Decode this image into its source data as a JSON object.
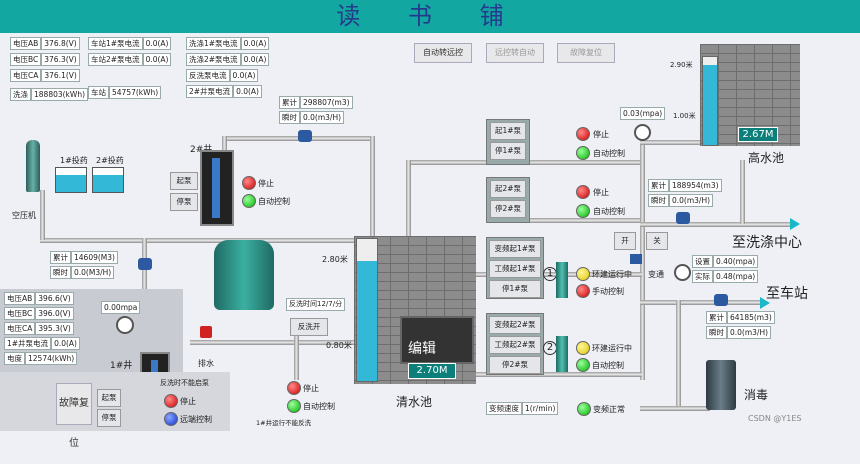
{
  "title": "读 书 铺",
  "top_buttons": {
    "auto_to_remote": "自动转远控",
    "remote_to_auto": "远控转自动",
    "fault_reset": "故障复位"
  },
  "power": {
    "rows": [
      [
        "电压AB",
        "376.8(V)"
      ],
      [
        "电压BC",
        "376.3(V)"
      ],
      [
        "电压CA",
        "376.1(V)"
      ],
      [
        "洗涤",
        "188803(kWh)"
      ]
    ],
    "pump_currents": [
      [
        "车站1#泵电流",
        "0.0(A)"
      ],
      [
        "车站2#泵电流",
        "0.0(A)"
      ],
      [
        "车站",
        "54757(kWh)"
      ]
    ],
    "wash_currents": [
      [
        "洗涤1#泵电流",
        "0.0(A)"
      ],
      [
        "洗涤2#泵电流",
        "0.0(A)"
      ],
      [
        "反洗泵电流",
        "0.0(A)"
      ],
      [
        "2#井泵电流",
        "0.0(A)"
      ]
    ]
  },
  "flow_top": {
    "total_label": "累计",
    "total": "298807(m3)",
    "inst_label": "瞬时",
    "inst": "0.0(m3/H)"
  },
  "well2": {
    "label": "2#井",
    "start": "起泵",
    "stop": "停泵",
    "status_stop": "停止",
    "status_auto": "自动控制"
  },
  "dosing": {
    "dose1": "1#投药",
    "dose2": "2#投药",
    "compressor": "空压机"
  },
  "flow_left": {
    "total_label": "累计",
    "total": "14609(M3)",
    "inst_label": "瞬时",
    "inst": "0.0(M3/H)"
  },
  "drain": "排水",
  "pressure_left": "0.00mpa",
  "well1": {
    "label": "1#井",
    "rows": [
      [
        "电压AB",
        "396.6(V)"
      ],
      [
        "电压BC",
        "396.0(V)"
      ],
      [
        "电压CA",
        "395.3(V)"
      ],
      [
        "1#井泵电流",
        "0.0(A)"
      ],
      [
        "电度",
        "12574(kWh)"
      ]
    ],
    "fault_reset": "故障复位",
    "start": "起泵",
    "stop": "停泵",
    "status_stop": "停止",
    "status_remote": "远端控制",
    "note": "反洗时不能启泵"
  },
  "clear_tank": {
    "level_high": "2.80米",
    "level_low": "0.80米",
    "display": "2.70M",
    "name": "清水池",
    "edit": "编辑",
    "backwash_time": "反洗时间12/7/分",
    "backwash_btn": "反洗开",
    "bw_stop": "停止",
    "bw_auto": "自动控制",
    "bw_note": "1#井运行不能反洗"
  },
  "lift_pumps": {
    "start1": "起1#泵",
    "stop1": "停1#泵",
    "status1_stop": "停止",
    "status1_auto": "自动控制",
    "start2": "起2#泵",
    "stop2": "停2#泵",
    "status2_stop": "停止",
    "status2_auto": "自动控制"
  },
  "high_tank": {
    "level_high": "2.90米",
    "level_low": "1.00米",
    "display": "2.67M",
    "name": "高水池",
    "pressure": "0.03(mpa)"
  },
  "flow_wash": {
    "total_label": "累计",
    "total": "188954(m3)",
    "inst_label": "瞬时",
    "inst": "0.0(m3/H)"
  },
  "valve": {
    "open": "开",
    "close": "关"
  },
  "to_wash": "至洗涤中心",
  "to_station": "至车站",
  "setpoint": {
    "set_label": "设置",
    "set": "0.40(mpa)",
    "actual_label": "实际",
    "actual": "0.48(mpa)"
  },
  "flow_station": {
    "total_label": "累计",
    "total": "64185(m3)",
    "inst_label": "瞬时",
    "inst": "0.0(m3/H)"
  },
  "vfd": {
    "start1": "变频起1#泵",
    "freq1": "工频起1#泵",
    "stop1": "停1#泵",
    "n1": "1",
    "run1": "环建运行中",
    "switch1": "变通",
    "manual1": "手动控制",
    "start2": "变频起2#泵",
    "freq2": "工频起2#泵",
    "stop2": "停2#泵",
    "n2": "2",
    "run2": "环建运行中",
    "auto2": "自动控制",
    "speed_label": "变频速度",
    "speed": "1(r/min)",
    "status": "变频正常"
  },
  "disinfect": "消毒",
  "watermark": "CSDN @Y1ES"
}
